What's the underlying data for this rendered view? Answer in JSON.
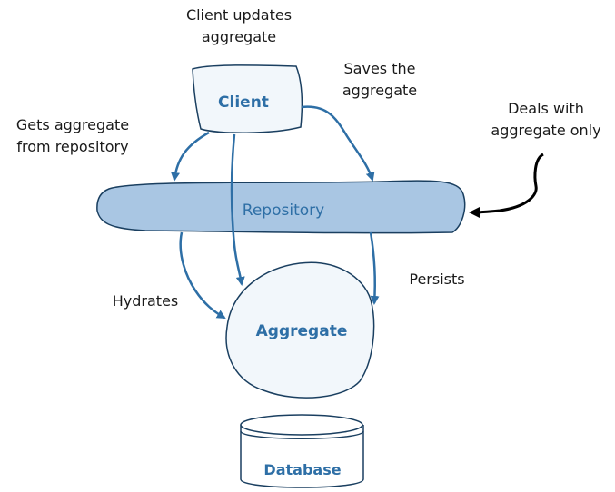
{
  "nodes": {
    "client": "Client",
    "repository": "Repository",
    "aggregate": "Aggregate",
    "database": "Database"
  },
  "labels": {
    "client_updates": [
      "Client updates",
      "aggregate"
    ],
    "saves": [
      "Saves the",
      "aggregate"
    ],
    "gets": [
      "Gets aggregate",
      "from repository"
    ],
    "deals": [
      "Deals with",
      "aggregate only"
    ],
    "hydrates": "Hydrates",
    "persists": "Persists"
  },
  "colors": {
    "accent": "#2e6fa6",
    "repository_fill": "#a9c6e3",
    "node_fill": "#f2f7fb",
    "outline": "#1a3f60",
    "callout_arrow": "#000000"
  }
}
